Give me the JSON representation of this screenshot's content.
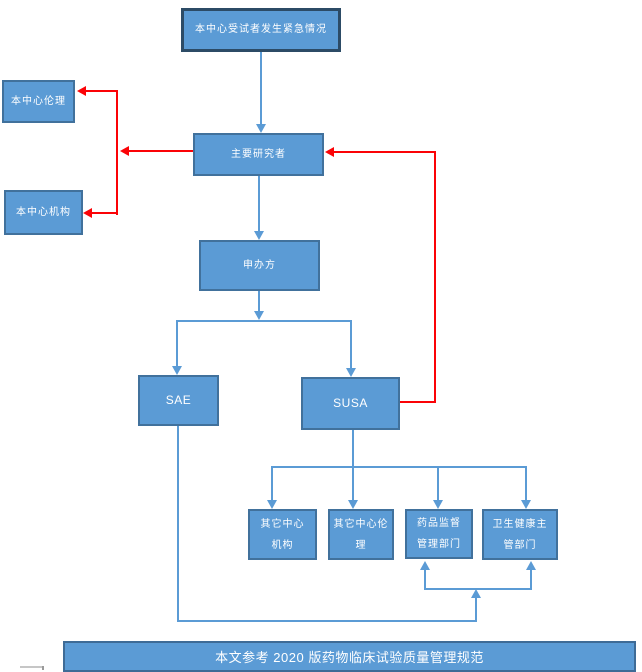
{
  "diagram": {
    "nodes": [
      {
        "id": "emergency",
        "label": "本中心受试者发生紧急情况"
      },
      {
        "id": "center_ethics",
        "label": "本中心伦理"
      },
      {
        "id": "center_institution",
        "label": "本中心机构"
      },
      {
        "id": "principal_investigator",
        "label": "主要研究者"
      },
      {
        "id": "sponsor",
        "label": "申办方"
      },
      {
        "id": "sae",
        "label": "SAE"
      },
      {
        "id": "susa",
        "label": "SUSA"
      },
      {
        "id": "other_center_institution",
        "line1": "其它中心",
        "line2": "机构"
      },
      {
        "id": "other_center_ethics",
        "line1": "其它中心伦",
        "line2": "理"
      },
      {
        "id": "drug_regulatory",
        "line1": "药品监督",
        "line2": "管理部门"
      },
      {
        "id": "health_authority",
        "line1": "卫生健康主",
        "line2": "管部门"
      }
    ],
    "edges": [
      {
        "from": "emergency",
        "to": "principal_investigator",
        "color": "blue"
      },
      {
        "from": "principal_investigator",
        "to": "center_ethics",
        "color": "red"
      },
      {
        "from": "principal_investigator",
        "to": "center_institution",
        "color": "red"
      },
      {
        "from": "principal_investigator",
        "to": "sponsor",
        "color": "blue"
      },
      {
        "from": "susa",
        "to": "principal_investigator",
        "color": "red"
      },
      {
        "from": "sponsor",
        "to": "sae",
        "color": "blue"
      },
      {
        "from": "sponsor",
        "to": "susa",
        "color": "blue"
      },
      {
        "from": "susa",
        "to": "other_center_institution",
        "color": "blue"
      },
      {
        "from": "susa",
        "to": "other_center_ethics",
        "color": "blue"
      },
      {
        "from": "susa",
        "to": "drug_regulatory",
        "color": "blue"
      },
      {
        "from": "susa",
        "to": "health_authority",
        "color": "blue"
      },
      {
        "from": "sae",
        "to": "drug_regulatory",
        "color": "blue"
      },
      {
        "from": "sae",
        "to": "health_authority",
        "color": "blue"
      }
    ],
    "caption": "本文参考 2020 版药物临床试验质量管理规范",
    "colors": {
      "node_fill": "#5B9BD5",
      "node_border": "#41719C",
      "blue_connector": "#5B9BD5",
      "red_connector": "#FF0000",
      "text": "#FFFFFF"
    }
  }
}
